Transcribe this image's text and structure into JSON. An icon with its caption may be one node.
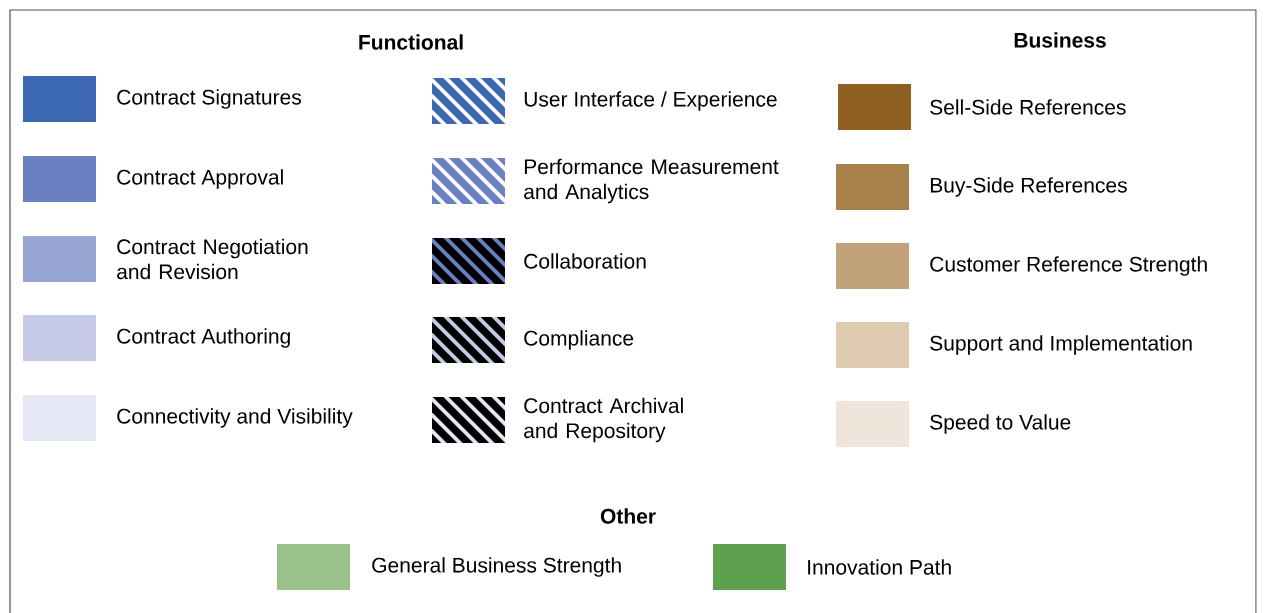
{
  "diagram": {
    "labels": [
      "Functional",
      "Business",
      "Other"
    ],
    "legend": [
      {
        "text": "Contract Signatures",
        "color": "#3c67b1"
      },
      {
        "text": "Contract Approval",
        "color": "#6a80c0"
      },
      {
        "text": "Contract Negotiation and Revision",
        "color": "#97a5d2"
      },
      {
        "text": "Contract Authoring",
        "color": "#c5cbe6"
      },
      {
        "text": "Connectivity and Visibility",
        "color": "#e4e7f4"
      },
      {
        "text": "User Interface / Experience"
      },
      {
        "text": "Performance Measurement and Analytics"
      },
      {
        "text": "Collaboration"
      },
      {
        "text": "Compliance"
      },
      {
        "text": "Contract Archival and Repository"
      },
      {
        "text": "Sell-Side References",
        "color": "#905f22"
      },
      {
        "text": "Buy-Side References",
        "color": "#a8804a"
      },
      {
        "text": "Customer Reference Strength",
        "color": "#c2a27a"
      },
      {
        "text": "Support and Implementation",
        "color": "#dfcbb0"
      },
      {
        "text": "Speed to Value",
        "color": "#efe5da"
      },
      {
        "text": "General Business Strength",
        "color": "#9bc18b"
      },
      {
        "text": "Innovation Path",
        "color": "#5fa04e"
      }
    ]
  }
}
